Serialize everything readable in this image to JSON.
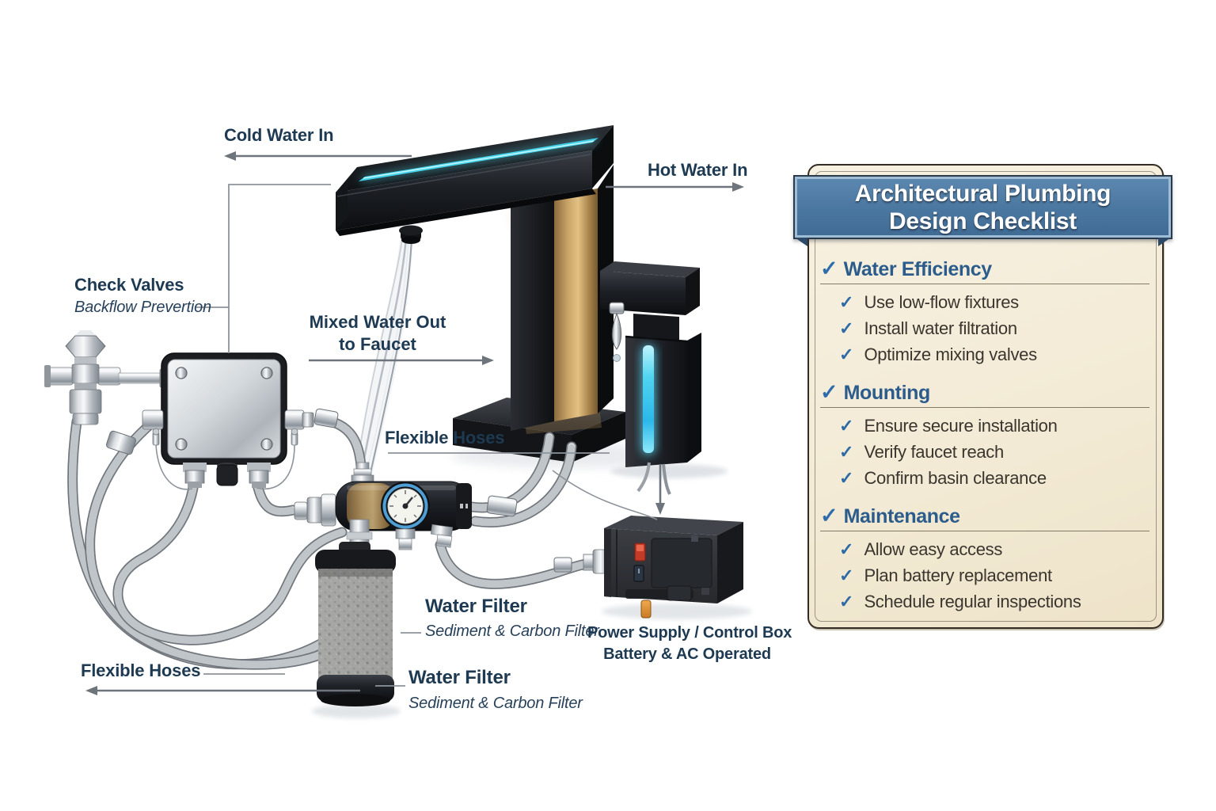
{
  "diagram": {
    "labels": {
      "cold_water_in": "Cold Water In",
      "hot_water_in": "Hot Water In",
      "check_valves": {
        "title": "Check Valves",
        "subtitle": "Backflow Prevertion"
      },
      "mixed_water_out": {
        "line1": "Mixed Water Out",
        "line2": "to Faucet"
      },
      "flexible_hoses_mid": "Flexible Hoses",
      "flexible_hoses_bottom": "Flexible Hoses",
      "water_filter_upper": {
        "title": "Water Filter",
        "subtitle": "Sediment & Carbon Filter"
      },
      "water_filter_lower": {
        "title": "Water Filter",
        "subtitle": "Sediment & Carbon Filter"
      },
      "power_supply": {
        "line1": "Power Supply / Control Box",
        "line2": "Battery & AC Operated"
      }
    }
  },
  "checklist": {
    "title_line1": "Architectural Plumbing",
    "title_line2": "Design Checklist",
    "check_glyph": "✓",
    "sections": [
      {
        "title": "Water Efficiency",
        "items": [
          "Use low-flow fixtures",
          "Install water filtration",
          "Optimize mixing valves"
        ]
      },
      {
        "title": "Mounting",
        "items": [
          "Ensure secure installation",
          "Verify faucet reach",
          "Confirm basin clearance"
        ]
      },
      {
        "title": "Maintenance",
        "items": [
          "Allow easy access",
          "Plan battery replacement",
          "Schedule regular inspections"
        ]
      }
    ]
  },
  "colors": {
    "banner_blue": "#4a779f",
    "heading_blue": "#2b5c8c",
    "check_blue": "#2e6ba6",
    "parchment": "#f3ebd6",
    "label_navy": "#1d3a52",
    "led_cyan": "#43d4ec",
    "arrow_gray": "#6d747c"
  }
}
